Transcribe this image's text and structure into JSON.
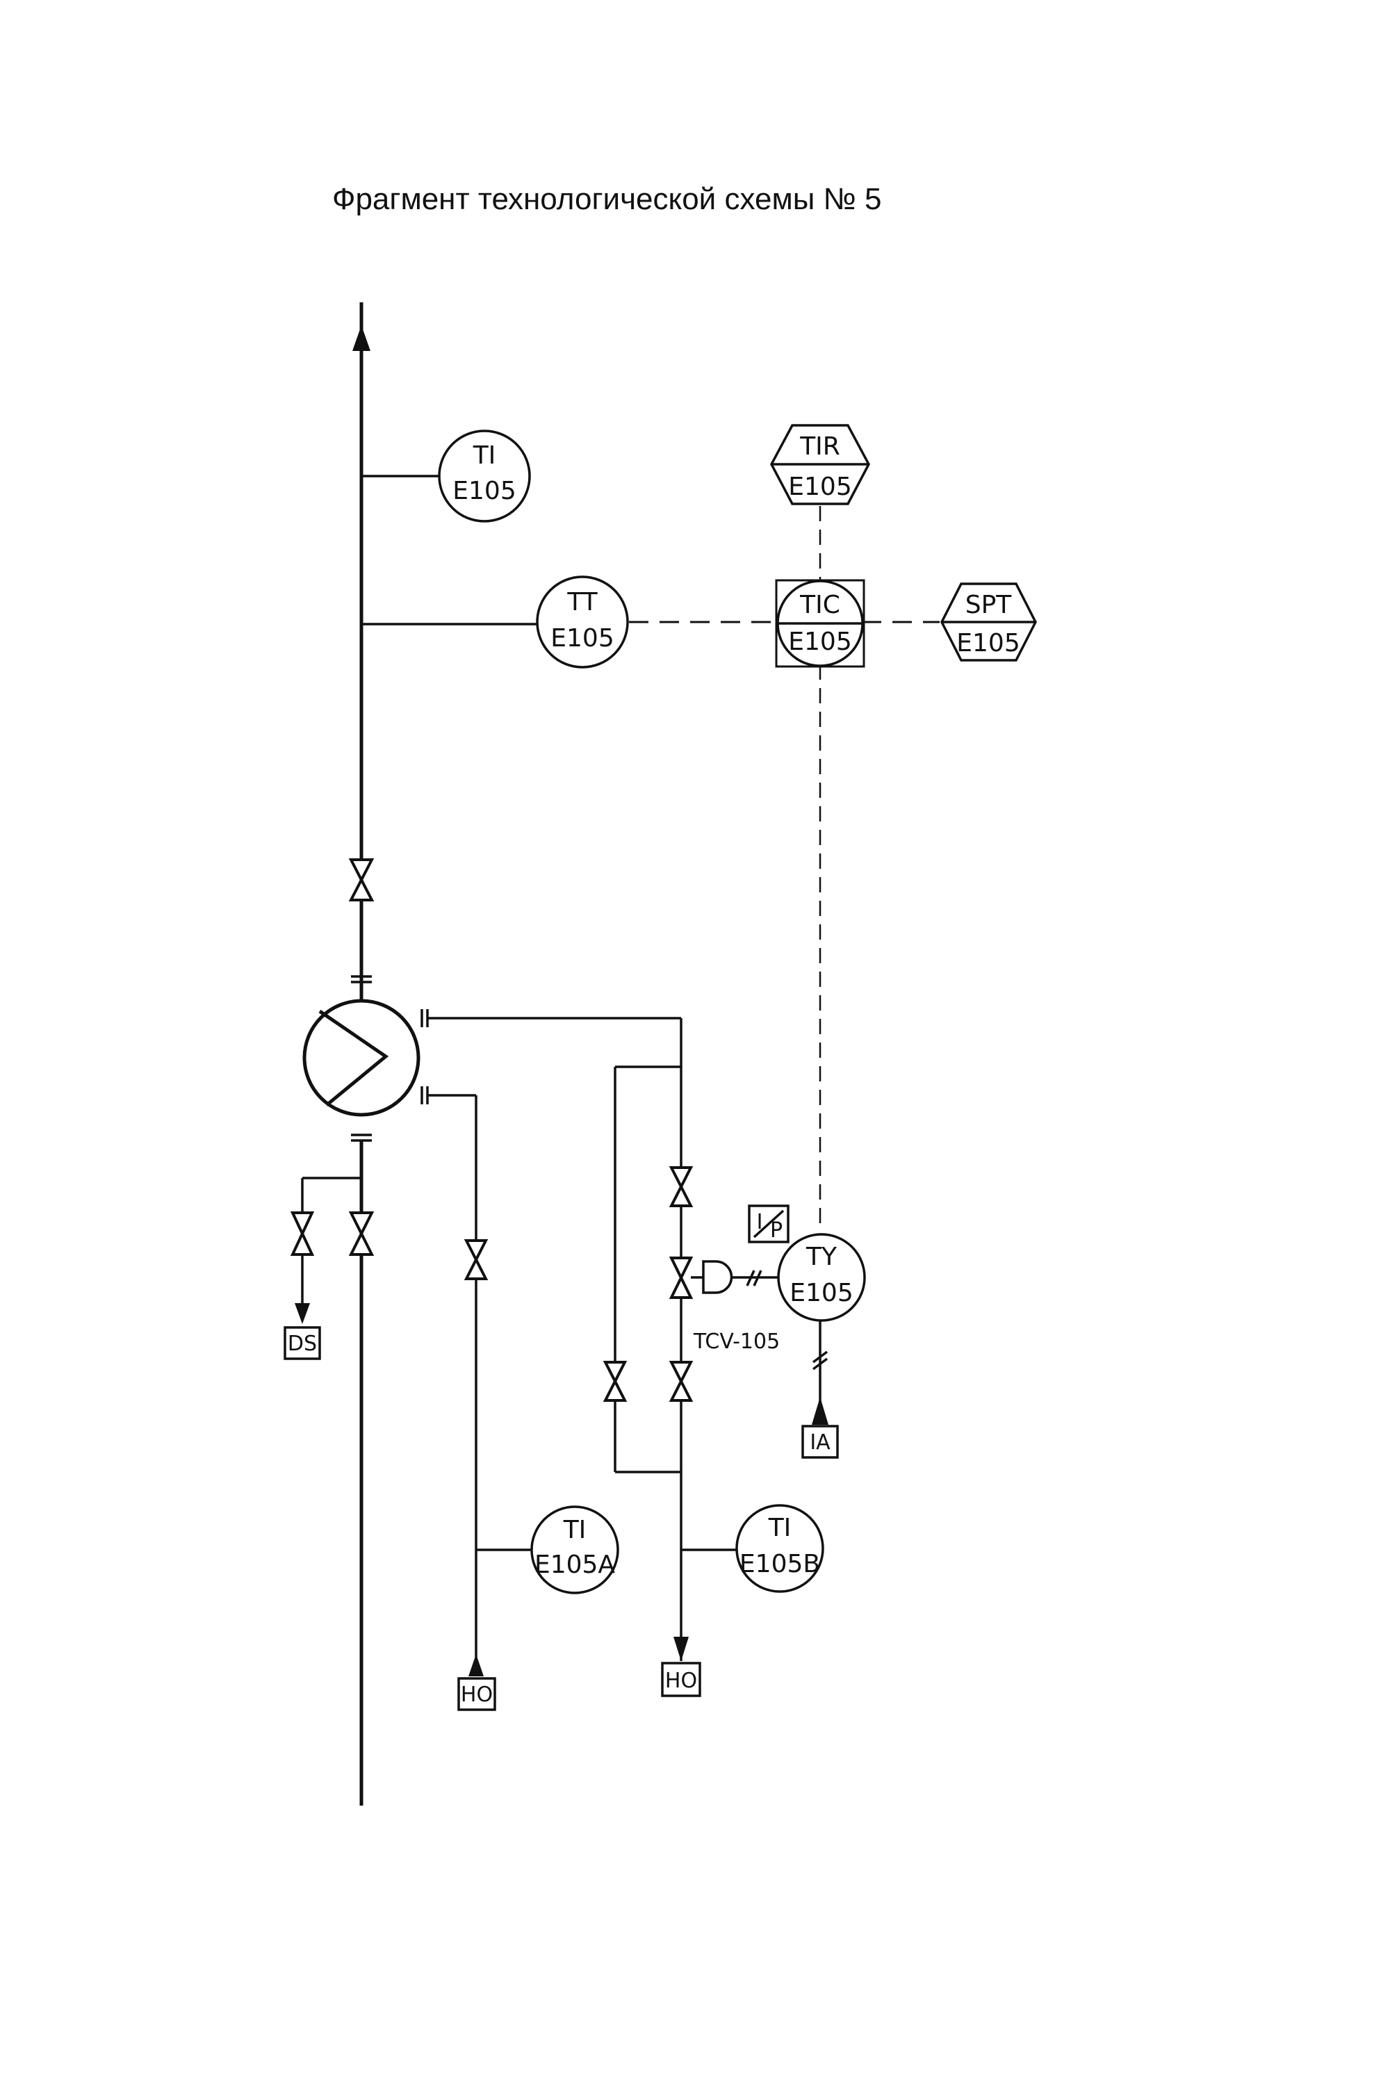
{
  "title": "Фрагмент технологической схемы № 5",
  "instruments": {
    "ti_top": {
      "line1": "TI",
      "line2": "E105"
    },
    "tt": {
      "line1": "TT",
      "line2": "E105"
    },
    "tir": {
      "line1": "TIR",
      "line2": "E105"
    },
    "tic": {
      "line1": "TIC",
      "line2": "E105"
    },
    "spt": {
      "line1": "SPT",
      "line2": "E105"
    },
    "ty": {
      "line1": "TY",
      "line2": "E105"
    },
    "ti_a": {
      "line1": "TI",
      "line2": "E105A"
    },
    "ti_b": {
      "line1": "TI",
      "line2": "E105B"
    }
  },
  "converter": {
    "i": "I",
    "p": "P"
  },
  "valve_tag": "TCV-105",
  "terminals": {
    "ds": "DS",
    "ia": "IA",
    "ho_left": "HO",
    "ho_right": "HO"
  }
}
